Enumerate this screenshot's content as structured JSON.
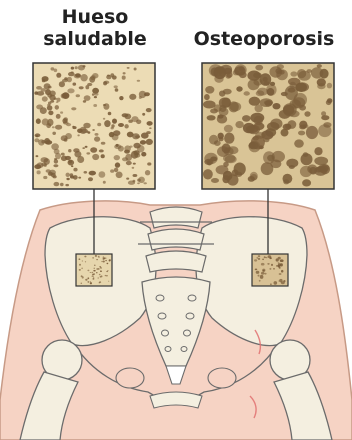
{
  "labels": {
    "healthy_line1": "Hueso",
    "healthy_line2": "saludable",
    "osteoporosis": "Osteoporosis"
  },
  "colors": {
    "bone": "#ecdcb5",
    "bone_dark": "#d9c496",
    "pore": "#7a5d3a",
    "skin": "#f6d3c4",
    "skin_outline": "#c79a86",
    "pelvis": "#f4efe0",
    "outline": "#6b6b6b",
    "inflammation": "#e07070"
  }
}
